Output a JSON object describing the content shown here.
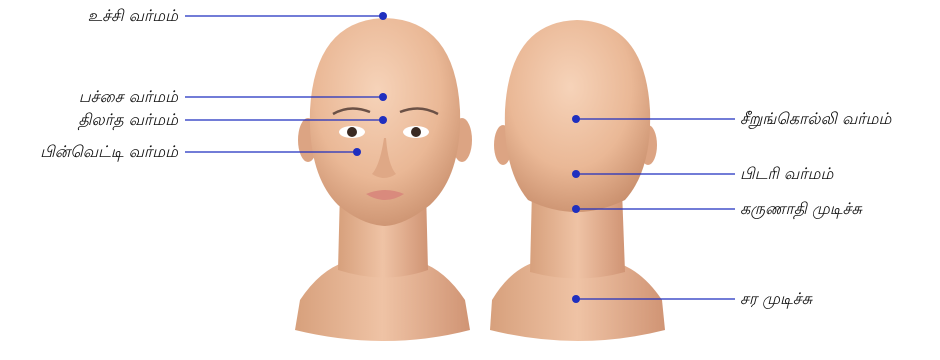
{
  "labels": {
    "front": [
      {
        "id": "uchi",
        "text": "உச்சி வர்மம்"
      },
      {
        "id": "pachai",
        "text": "பச்சை வர்மம்"
      },
      {
        "id": "tilartha",
        "text": "திலர்த வர்மம்"
      },
      {
        "id": "pinvetti",
        "text": "பின்வெட்டி வர்மம்"
      }
    ],
    "back": [
      {
        "id": "seerung",
        "text": "சீறுங்கொல்லி வர்மம்"
      },
      {
        "id": "pidari",
        "text": "பிடரி வர்மம்"
      },
      {
        "id": "karunathi",
        "text": "கருணாதி முடிச்சு"
      },
      {
        "id": "sara",
        "text": "சர முடிச்சு"
      }
    ]
  },
  "colors": {
    "skin": "#eab896",
    "skin_shadow": "#c98f6d",
    "skin_highlight": "#f6d3b9",
    "line": "#1f2fbf",
    "dot": "#1f2fbf",
    "lips": "#d98a7d",
    "brow": "#6b5146"
  }
}
